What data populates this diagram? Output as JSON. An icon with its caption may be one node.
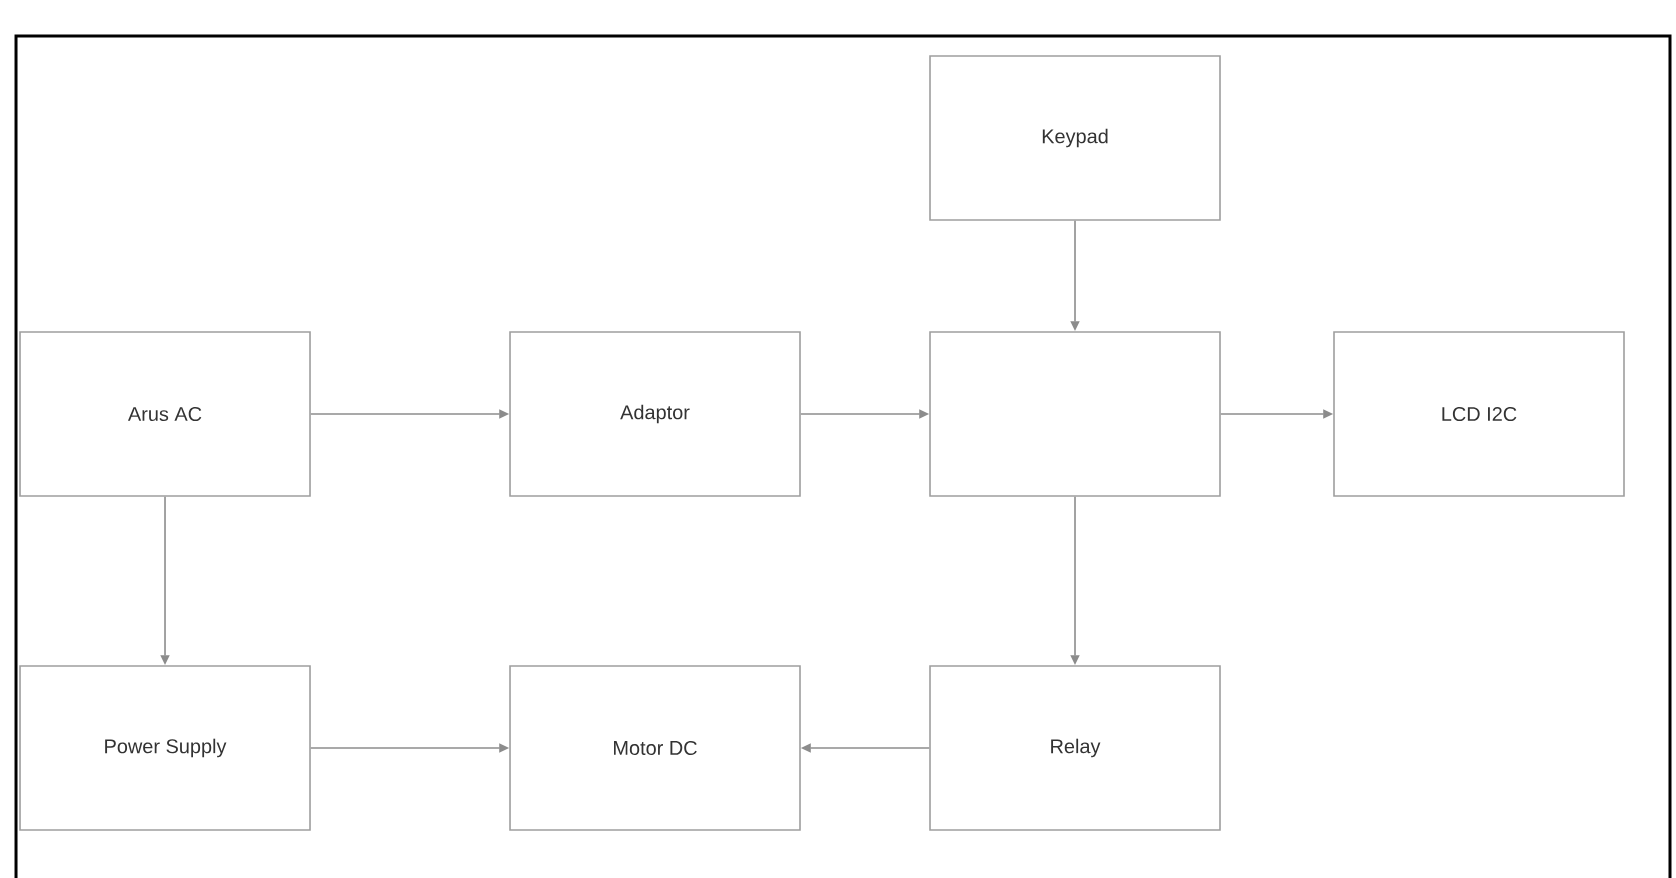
{
  "diagram": {
    "nodes": [
      {
        "text": [
          "Keypad"
        ]
      },
      {
        "text": [
          "Arus AC"
        ]
      },
      {
        "text": [
          "Adaptor"
        ]
      },
      {
        "text": [],
        "shape": "box"
      },
      {
        "text": [
          "LCD I2C"
        ]
      },
      {
        "text": [
          "Power Supply"
        ]
      },
      {
        "text": [
          "Motor DC"
        ]
      },
      {
        "text": [
          "Relay"
        ]
      }
    ],
    "edges": [
      {
        "from": 0,
        "to": 3,
        "arrow": "to"
      },
      {
        "from": 1,
        "to": 2,
        "arrow": "to"
      },
      {
        "from": 2,
        "to": 3,
        "arrow": "to"
      },
      {
        "from": 3,
        "to": 4,
        "arrow": "to"
      },
      {
        "from": 1,
        "to": 5,
        "arrow": "to"
      },
      {
        "from": 3,
        "to": 7,
        "arrow": "to"
      },
      {
        "from": 7,
        "to": 6,
        "arrow": "to"
      },
      {
        "from": 5,
        "to": 6,
        "arrow": "to"
      }
    ]
  }
}
